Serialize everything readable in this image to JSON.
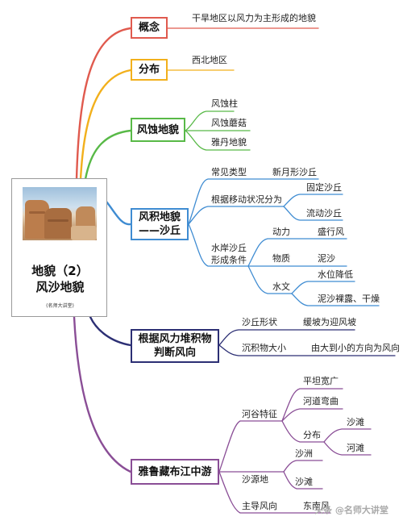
{
  "colors": {
    "b1": "#e05a4e",
    "b2": "#f2b01c",
    "b3": "#58b947",
    "b4": "#3f8cd2",
    "b5": "#2c2f74",
    "b6": "#8a4e96"
  },
  "root": {
    "title_line1": "地貌（2）",
    "title_line2": "风沙地貌",
    "credit": "(名师大讲堂)",
    "photo_icon": "desert-rock-photo"
  },
  "branches": {
    "concept": {
      "label": "概念",
      "text": "干旱地区以风力为主形成的地貌"
    },
    "distribution": {
      "label": "分布",
      "text": "西北地区"
    },
    "erosion": {
      "label": "风蚀地貌",
      "items": [
        "风蚀柱",
        "风蚀蘑菇",
        "雅丹地貌"
      ]
    },
    "deposition": {
      "label_line1": "风积地貌",
      "label_line2": "——沙丘",
      "common_type": {
        "label": "常见类型",
        "value": "新月形沙丘"
      },
      "by_movement": {
        "label": "根据移动状况分为",
        "items": [
          "固定沙丘",
          "流动沙丘"
        ]
      },
      "conditions": {
        "label_line1": "水岸沙丘",
        "label_line2": "形成条件",
        "power": {
          "label": "动力",
          "value": "盛行风"
        },
        "material": {
          "label": "物质",
          "value": "泥沙"
        },
        "hydrology": {
          "label": "水文",
          "items": [
            "水位降低",
            "泥沙裸露、干燥"
          ]
        }
      }
    },
    "wind_direction": {
      "label_line1": "根据风力堆积物",
      "label_line2": "判断风向",
      "dune_shape": {
        "label": "沙丘形状",
        "value": "缓坡为迎风坡"
      },
      "sediment_size": {
        "label": "沉积物大小",
        "value": "由大到小的方向为风向"
      }
    },
    "yarlung": {
      "label": "雅鲁藏布江中游",
      "valley": {
        "label": "河谷特征",
        "items": [
          "平坦宽广",
          "河道弯曲"
        ],
        "distribution": {
          "label": "分布",
          "items": [
            "沙滩",
            "河滩"
          ]
        }
      },
      "sand_source": {
        "label": "沙源地",
        "items": [
          "沙洲",
          "沙滩"
        ]
      },
      "wind": {
        "label": "主导风向",
        "value": "东南风"
      }
    }
  },
  "watermark": "头条 @名师大讲堂"
}
